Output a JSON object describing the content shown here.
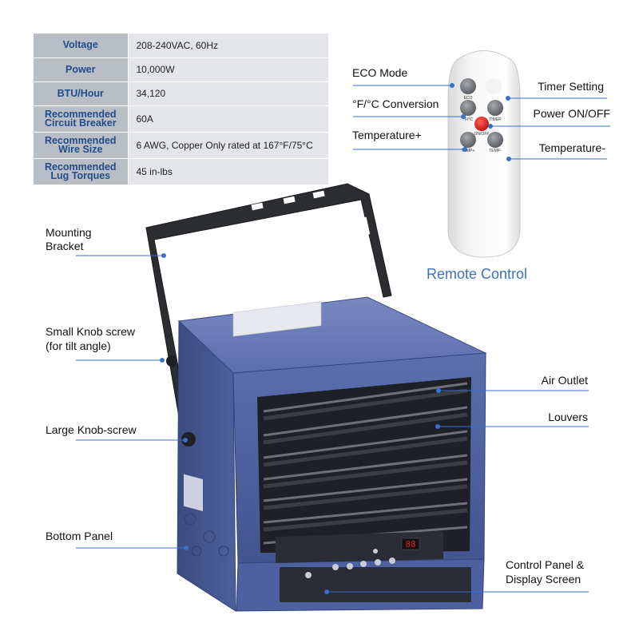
{
  "specs": [
    {
      "label": "Voltage",
      "value": "208-240VAC, 60Hz"
    },
    {
      "label": "Power",
      "value": "10,000W"
    },
    {
      "label": "BTU/Hour",
      "value": "34,120"
    },
    {
      "label": "Recommended Circuit Breaker",
      "value": "60A"
    },
    {
      "label": "Recommended Wire Size",
      "value": "6 AWG, Copper Only rated at 167°F/75°C"
    },
    {
      "label": "Recommended Lug Torques",
      "value": "45 in-lbs"
    }
  ],
  "remote": {
    "title": "Remote Control",
    "callouts": {
      "eco_mode": "ECO Mode",
      "f_c_conversion": "°F/°C Conversion",
      "temperature_plus": "Temperature+",
      "timer_setting": "Timer Setting",
      "power_on_off": "Power ON/OFF",
      "temperature_minus": "Temperature-"
    },
    "button_labels": {
      "eco": "ECO",
      "fc": "°F/°C",
      "timer": "TIMER",
      "on_off": "ON/OFF",
      "temp_plus": "TEMP+",
      "temp_minus": "TEMP-"
    }
  },
  "heater": {
    "callouts": {
      "mounting_bracket_1": "Mounting",
      "mounting_bracket_2": "Bracket",
      "small_knob_1": "Small Knob screw",
      "small_knob_2": "(for tilt angle)",
      "large_knob": "Large Knob-screw",
      "bottom_panel": "Bottom Panel",
      "air_outlet": "Air Outlet",
      "louvers": "Louvers",
      "control_panel_1": "Control Panel &",
      "control_panel_2": "Display Screen"
    },
    "display_reading": "88"
  },
  "colors": {
    "callout_line": "#3b6fc8",
    "heater_body": "#4a5f9c",
    "remote_power": "#e0201e"
  }
}
